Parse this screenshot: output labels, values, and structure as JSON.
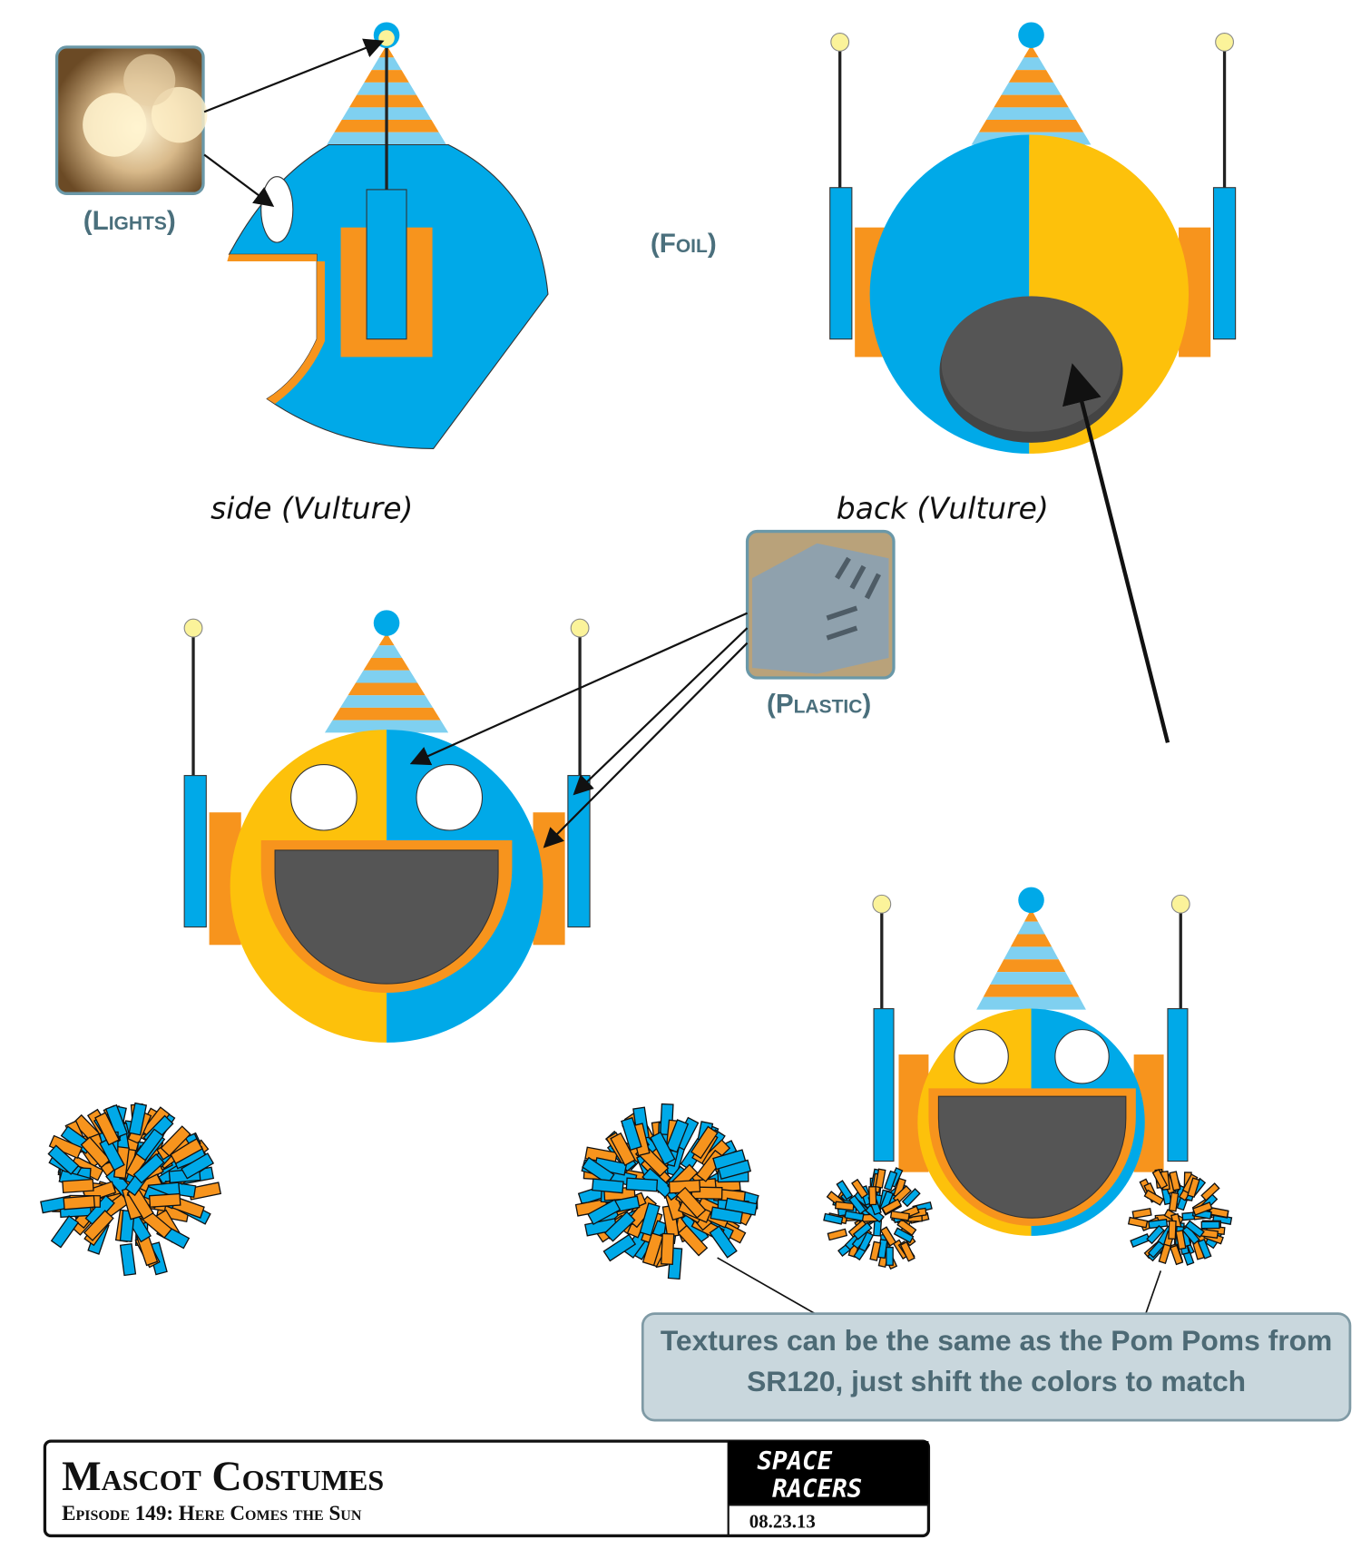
{
  "labels": {
    "lights": "(Lights)",
    "foil": "(Foil)",
    "plastic": "(Plastic)"
  },
  "captions": {
    "side": "side (Vulture)",
    "back": "back (Vulture)"
  },
  "note": {
    "line1": "Textures can be the same as the Pom Poms from",
    "line2": "SR120, just shift the colors to match"
  },
  "title_block": {
    "title": "Mascot Costumes",
    "subtitle": "Episode 149: Here Comes the Sun",
    "logo_line1": "SPACE",
    "logo_line2": "RACERS",
    "date": "08.23.13"
  },
  "colors": {
    "blue": "#00a9e8",
    "yellow": "#fdc10b",
    "orange": "#f7941d",
    "dark": "#555555",
    "stripe_light": "#7fd0f0",
    "note_bg": "#c9d7dd"
  }
}
